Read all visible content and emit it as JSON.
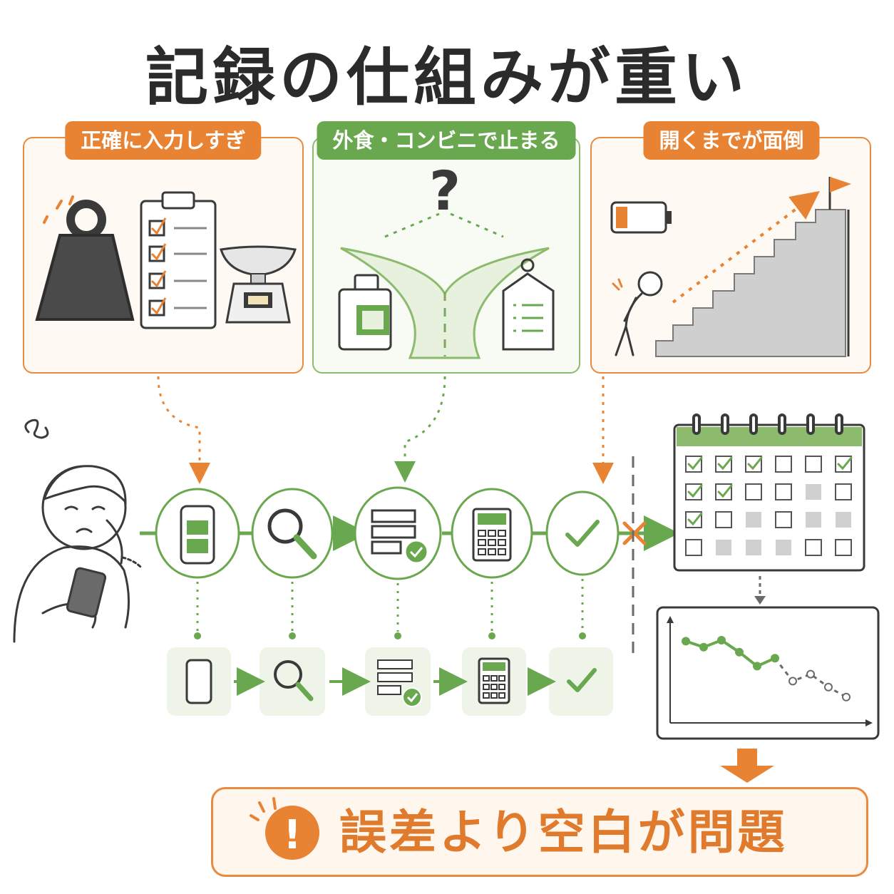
{
  "title": "記録の仕組みが重い",
  "panels": [
    {
      "label": "正確に入力しすぎ"
    },
    {
      "label": "外食・コンビニで止まる"
    },
    {
      "label": "開くまでが面倒"
    }
  ],
  "steps": [
    "phone-icon",
    "search-icon",
    "list-check-icon",
    "calculator-icon",
    "check-icon"
  ],
  "question_mark": "?",
  "alert_mark": "!",
  "conclusion": "誤差より空白が問題",
  "calendar": {
    "rows": [
      [
        "check",
        "check",
        "check",
        "empty",
        "empty",
        "check"
      ],
      [
        "check",
        "check",
        "empty",
        "empty",
        "gray",
        "empty"
      ],
      [
        "check",
        "empty",
        "gray",
        "empty",
        "gray",
        "gray"
      ],
      [
        "empty",
        "gray",
        "gray",
        "gray",
        "empty",
        "empty"
      ]
    ]
  },
  "trend": {
    "solid": [
      [
        0,
        7.9
      ],
      [
        1,
        7.3
      ],
      [
        2,
        8.0
      ],
      [
        3,
        6.8
      ],
      [
        4,
        5.4
      ],
      [
        5,
        6.2
      ]
    ],
    "dashed": [
      [
        5,
        6.2
      ],
      [
        6,
        3.9
      ],
      [
        7,
        4.6
      ],
      [
        8,
        3.3
      ],
      [
        9,
        2.3
      ]
    ]
  },
  "colors": {
    "orange": "#e88333",
    "green": "#6aa84f",
    "dark": "#3a3a3a",
    "light_green": "#eef5e8"
  }
}
